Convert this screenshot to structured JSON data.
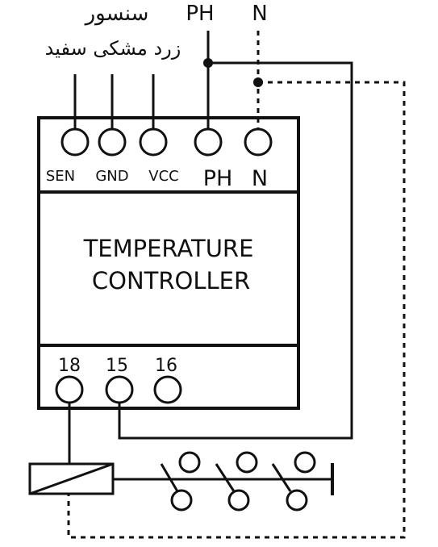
{
  "header": {
    "sensor_label": "سنسور",
    "wire_colors_label": "زرد مشکی سفید",
    "phase_label": "PH",
    "neutral_label": "N"
  },
  "top_terminals": {
    "sen": "SEN",
    "gnd": "GND",
    "vcc": "VCC",
    "ph": "PH",
    "n": "N"
  },
  "controller": {
    "line1": "TEMPERATURE",
    "line2": "CONTROLLER"
  },
  "bottom_terminals": {
    "t18": "18",
    "t15": "15",
    "t16": "16"
  }
}
